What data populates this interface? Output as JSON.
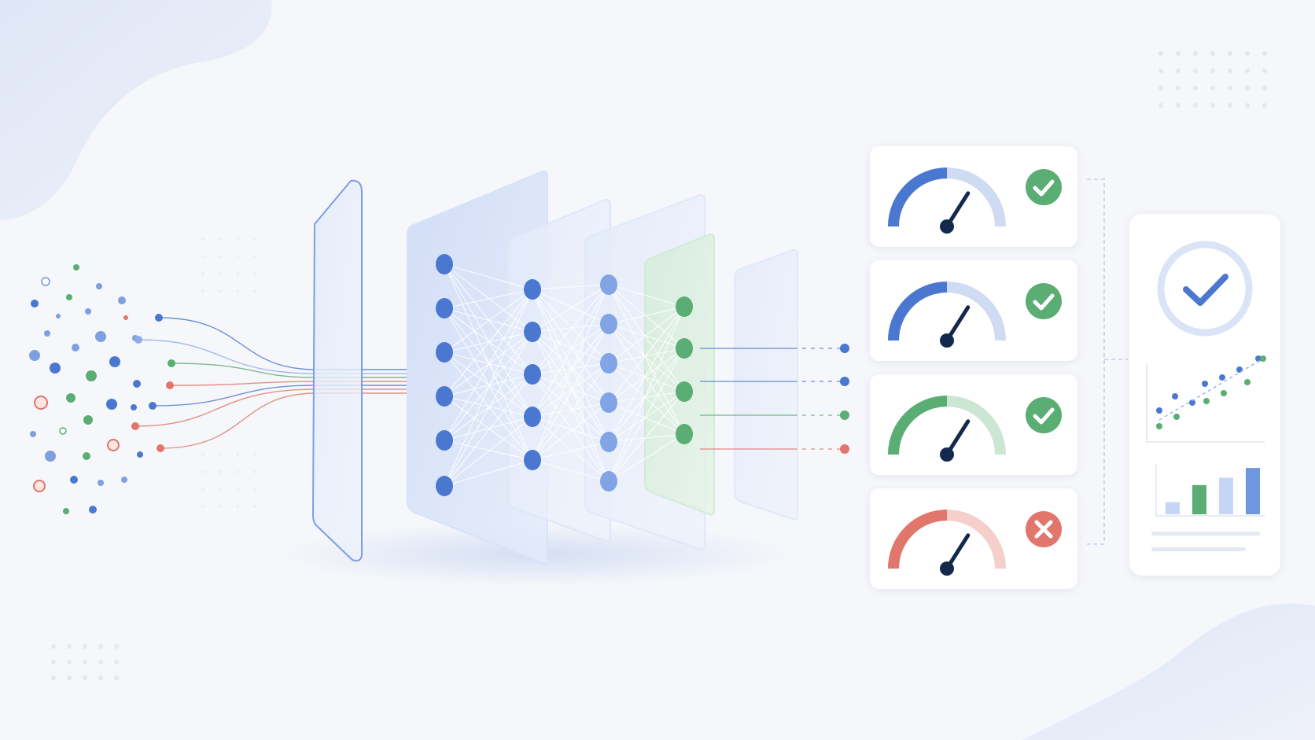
{
  "colors": {
    "background": "#f6f7fa",
    "blue_dark": "#4a78d0",
    "blue_mid": "#6e97e0",
    "blue_light": "#cfdaf3",
    "green": "#5aad73",
    "green_light": "#cbe6d2",
    "red": "#e0766c",
    "red_light": "#f5cfc9",
    "needle": "#13294b",
    "panel_blue": "#dbe5f8",
    "panel_green": "#ddf0df"
  },
  "input_particles": {
    "description_icon": "scattered-data-points-icon",
    "colors": [
      "blue",
      "green",
      "red",
      "hollow"
    ]
  },
  "network": {
    "layers": [
      {
        "name": "input-panel",
        "nodes": 0,
        "tint": "blue"
      },
      {
        "name": "hidden-layer-1",
        "nodes": 6,
        "tint": "blue"
      },
      {
        "name": "hidden-layer-2",
        "nodes": 5,
        "tint": "blue"
      },
      {
        "name": "hidden-layer-3",
        "nodes": 6,
        "tint": "blue"
      },
      {
        "name": "output-layer",
        "nodes": 4,
        "tint": "green"
      },
      {
        "name": "output-panel",
        "nodes": 0,
        "tint": "blue"
      }
    ]
  },
  "output_lines": [
    {
      "color": "blue"
    },
    {
      "color": "blue"
    },
    {
      "color": "green"
    },
    {
      "color": "red"
    }
  ],
  "gauges": [
    {
      "name": "gauge-1",
      "color": "blue",
      "level": 0.68,
      "status": "pass",
      "status_icon": "check-icon"
    },
    {
      "name": "gauge-2",
      "color": "blue",
      "level": 0.68,
      "status": "pass",
      "status_icon": "check-icon"
    },
    {
      "name": "gauge-3",
      "color": "green",
      "level": 0.68,
      "status": "pass",
      "status_icon": "check-icon"
    },
    {
      "name": "gauge-4",
      "color": "red",
      "level": 0.68,
      "status": "fail",
      "status_icon": "cross-icon"
    }
  ],
  "summary_card": {
    "icon": "check-circle-icon",
    "scatter_icon": "scatter-plot-icon",
    "bar_icon": "bar-chart-icon",
    "bars": [
      {
        "value": 0.25,
        "color": "blue_light"
      },
      {
        "value": 0.6,
        "color": "green"
      },
      {
        "value": 0.75,
        "color": "blue_light"
      },
      {
        "value": 0.95,
        "color": "blue_mid"
      }
    ]
  }
}
